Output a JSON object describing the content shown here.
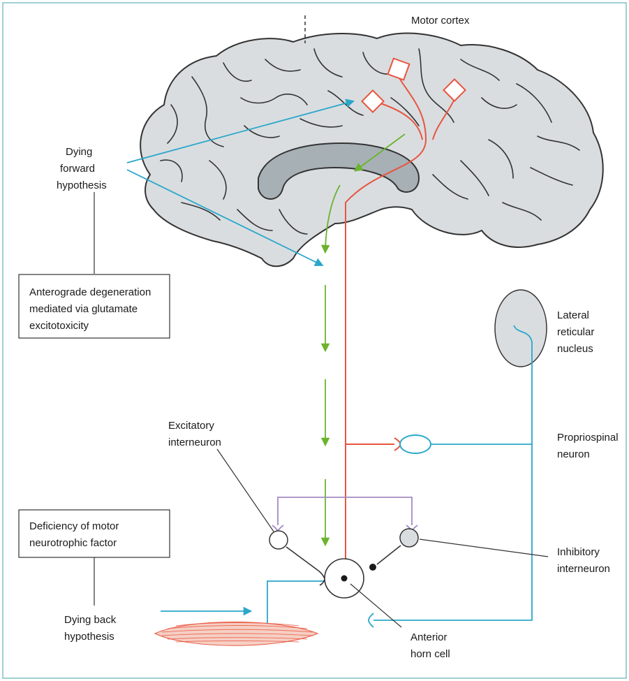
{
  "labels": {
    "motor_cortex": "Motor cortex",
    "dying_forward": [
      "Dying",
      "forward",
      "hypothesis"
    ],
    "anterograde_box": [
      "Anterograde degeneration",
      "mediated via glutamate",
      "excitotoxicity"
    ],
    "lateral_reticular": [
      "Lateral",
      "reticular",
      "nucleus"
    ],
    "excitatory": [
      "Excitatory",
      "interneuron"
    ],
    "propriospinal": [
      "Propriospinal",
      "neuron"
    ],
    "deficiency_box": [
      "Deficiency of motor",
      "neurotrophic factor"
    ],
    "inhibitory": [
      "Inhibitory",
      "interneuron"
    ],
    "dying_back": [
      "Dying back",
      "hypothesis"
    ],
    "anterior_horn": [
      "Anterior",
      "horn cell"
    ]
  },
  "colors": {
    "upper_motor_neuron": "#e8553f",
    "lower_pathway": "#2aa7c9",
    "green_arrows": "#6ab42d",
    "interneuron_bridge": "#a48bc4",
    "brain_fill": "#d9dde0",
    "frame": "#7fc1c6"
  }
}
